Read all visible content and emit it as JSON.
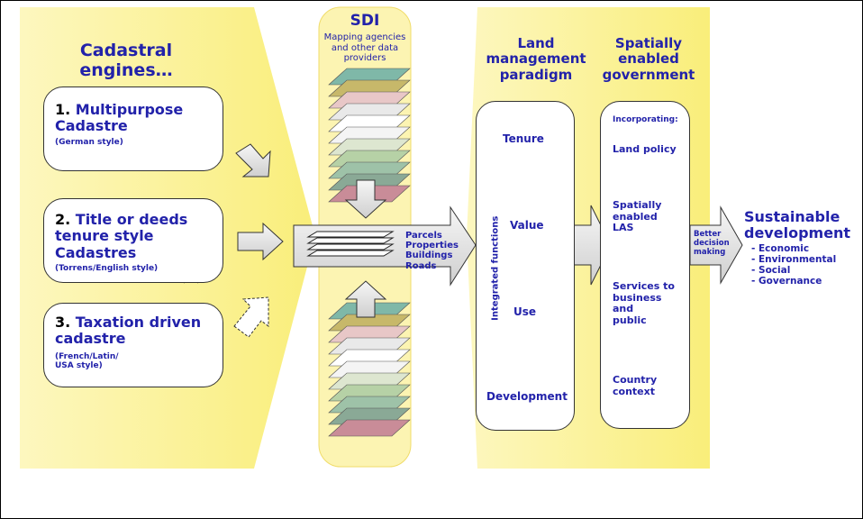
{
  "engines": {
    "title": "Cadastral engines…",
    "e1": {
      "number": "1. ",
      "name_line1": "Multipurpose",
      "name_line2": "Cadastre",
      "sub": "(German style)"
    },
    "e2": {
      "number": "2. ",
      "name_line1": "Title or deeds",
      "name_line2": "tenure style",
      "name_line3": "Cadastres",
      "sub": "(Torrens/English style)"
    },
    "e3": {
      "number": "3. ",
      "name_line1": "Taxation driven",
      "name_line2": "cadastre",
      "sub_line1": "(French/Latin/",
      "sub_line2": "USA style)"
    }
  },
  "sdi": {
    "title": "SDI",
    "sub_line1": "Mapping agencies",
    "sub_line2": "and other data",
    "sub_line3": "providers",
    "layers": [
      "Parcels",
      "Properties",
      "Buildings",
      "Roads"
    ]
  },
  "land_management": {
    "title_line1": "Land",
    "title_line2": "management",
    "title_line3": "paradigm",
    "axis_label": "Integrated functions",
    "functions": [
      "Tenure",
      "Value",
      "Use",
      "Development"
    ]
  },
  "spatially_enabled": {
    "title_line1": "Spatially",
    "title_line2": "enabled",
    "title_line3": "government",
    "incorporating": "Incorporating:",
    "items": [
      "Land policy",
      "Spatially",
      "enabled",
      "LAS",
      "Services to",
      "business",
      "and",
      "public",
      "Country",
      "context"
    ]
  },
  "decision": {
    "line1": "Better",
    "line2": "decision",
    "line3": "making"
  },
  "sustainable": {
    "title_line1": "Sustainable",
    "title_line2": "development",
    "items": [
      "- Economic",
      "- Environmental",
      "- Social",
      "- Governance"
    ]
  },
  "colors": {
    "yellow_panel": "#fbf39e",
    "text_blue": "#2222aa",
    "arrow_gray": "#e4e4e4"
  }
}
